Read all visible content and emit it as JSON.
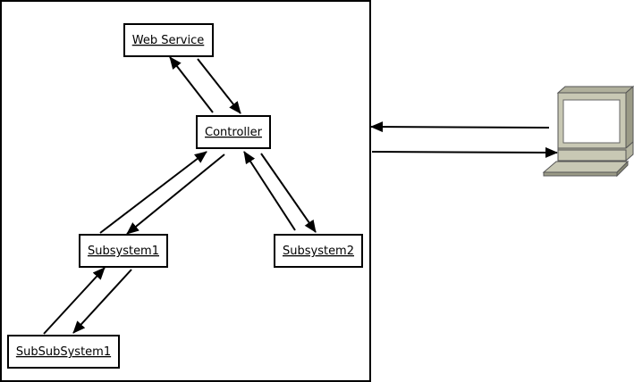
{
  "nodes": [
    {
      "id": "web-service",
      "label": "Web Service"
    },
    {
      "id": "controller",
      "label": "Controller"
    },
    {
      "id": "subsystem1",
      "label": "Subsystem1"
    },
    {
      "id": "subsystem2",
      "label": "Subsystem2"
    },
    {
      "id": "subsubsystem1",
      "label": "SubSubSystem1"
    }
  ],
  "edges": [
    {
      "from": "controller",
      "to": "web-service"
    },
    {
      "from": "web-service",
      "to": "controller"
    },
    {
      "from": "subsystem1",
      "to": "controller"
    },
    {
      "from": "controller",
      "to": "subsystem1"
    },
    {
      "from": "subsystem2",
      "to": "controller"
    },
    {
      "from": "controller",
      "to": "subsystem2"
    },
    {
      "from": "subsubsystem1",
      "to": "subsystem1"
    },
    {
      "from": "subsystem1",
      "to": "subsubsystem1"
    },
    {
      "from": "computer",
      "to": "system-container"
    },
    {
      "from": "system-container",
      "to": "computer"
    }
  ],
  "icons": {
    "client": "desktop-computer-icon"
  },
  "colors": {
    "line": "#000000",
    "computer_body": "#c8c8b4",
    "computer_shadow": "#9a9a86",
    "screen": "#ffffff"
  }
}
